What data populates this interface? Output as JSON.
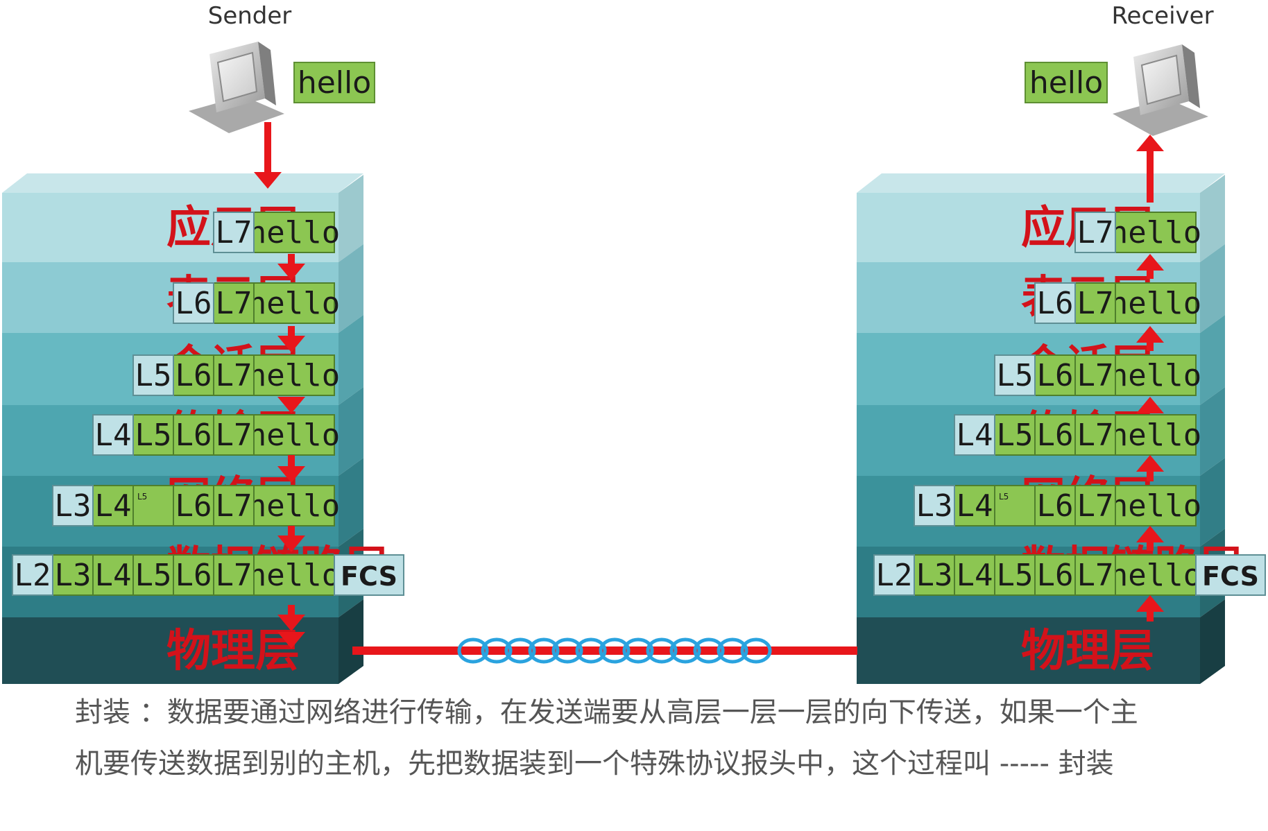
{
  "sender": {
    "label": "Sender",
    "message": "hello"
  },
  "receiver": {
    "label": "Receiver",
    "message": "hello"
  },
  "layers": [
    "应用层",
    "表示层",
    "会话层",
    "传输层",
    "网络层",
    "数据链路层",
    "物理层"
  ],
  "headers": [
    "L7",
    "L6",
    "L5",
    "L4",
    "L3",
    "L2"
  ],
  "payload": "hello",
  "trailer": "FCS",
  "l5_small_label": "L5",
  "caption": "封装 ：数据要通过网络进行传输，在发送端要从高层一层一层的向下传送，如果一个主机要传送数据到别的主机，先把数据装到一个特殊协议报头中，这个过程叫 ----- 封装",
  "colors": {
    "arrow": "#e8161b",
    "layer_text": "#d3121a",
    "green_box": "#8cc652",
    "blue_box": "#bfe1e6",
    "link_coil": "#2aa3df"
  }
}
